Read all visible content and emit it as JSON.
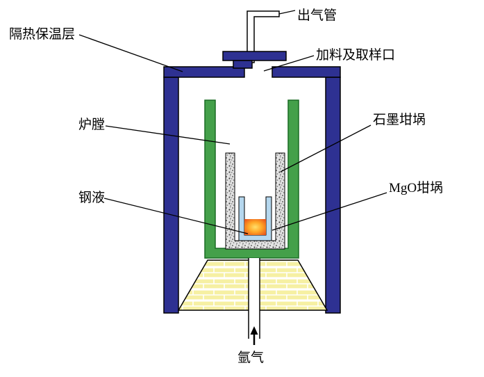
{
  "diagram": {
    "title": "induction-furnace-schematic",
    "labels": {
      "outlet_pipe": "出气管",
      "insulation_layer": "隔热保温层",
      "feed_sample_port": "加料及取样口",
      "furnace_chamber": "炉膛",
      "graphite_crucible": "石墨坩埚",
      "molten_steel": "钢液",
      "mgo_crucible": "MgO坩埚",
      "argon_gas": "氩气"
    },
    "colors": {
      "insulation_blue": "#2e3192",
      "heater_green": "#44a04a",
      "heater_green_stroke": "#1a6b24",
      "graphite_gray": "#e3e3e3",
      "mgo_blue": "#b5d7ee",
      "steel_orange": "#ff9800",
      "brick_yellow": "#f6f0a3",
      "pipe_white": "#ffffff",
      "outline_black": "#000000"
    }
  }
}
